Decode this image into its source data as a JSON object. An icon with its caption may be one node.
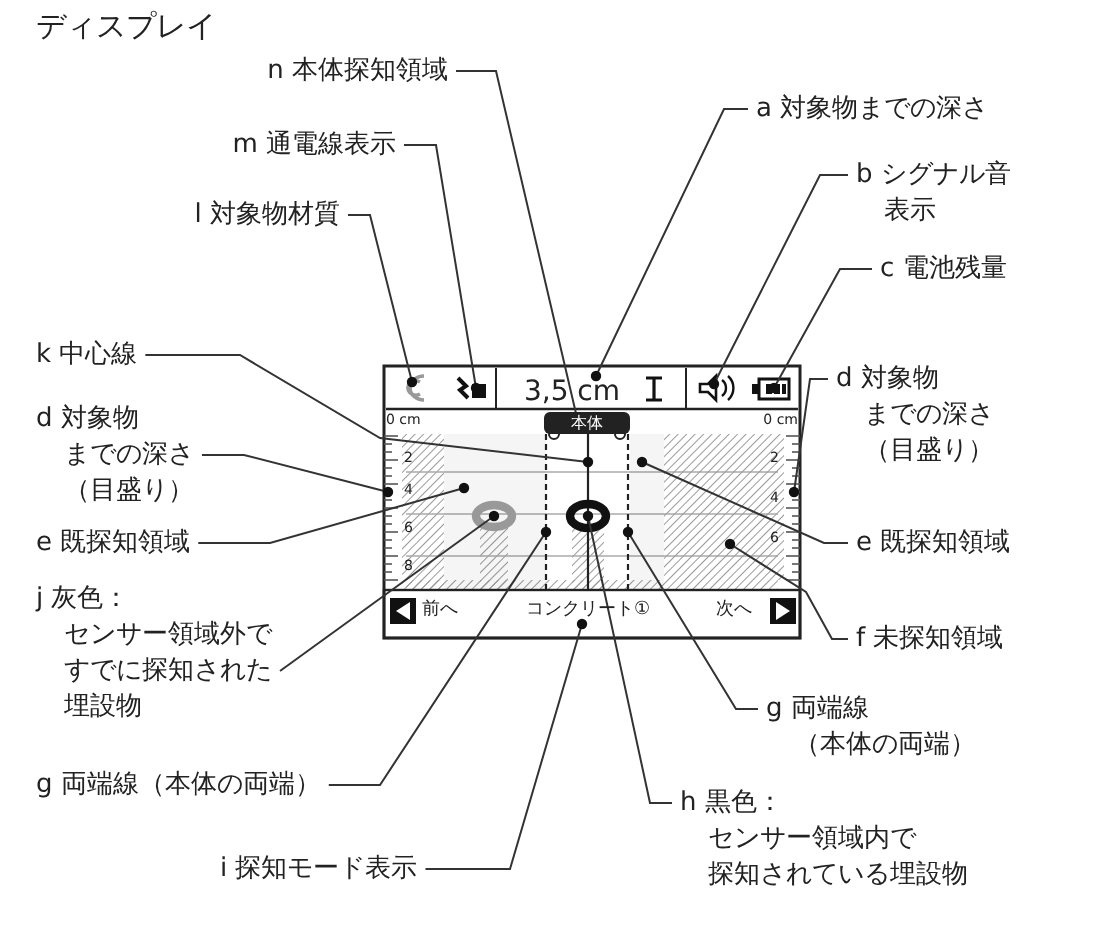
{
  "diagram": {
    "title": "ディスプレイ",
    "nodes": [
      {
        "text": [
          "n 本体探知領域"
        ]
      },
      {
        "text": [
          "a 対象物までの深さ"
        ]
      },
      {
        "text": [
          "m 通電線表示"
        ]
      },
      {
        "text": [
          "b シグナル音表示"
        ]
      },
      {
        "text": [
          "l 対象物材質"
        ]
      },
      {
        "text": [
          "c 電池残量"
        ]
      },
      {
        "text": [
          "k 中心線"
        ]
      },
      {
        "text": [
          "d 対象物までの深さ（目盛り）"
        ]
      },
      {
        "text": [
          "d 対象物までの深さ（目盛り）"
        ]
      },
      {
        "text": [
          "e 既探知領域"
        ]
      },
      {
        "text": [
          "e 既探知領域"
        ]
      },
      {
        "text": [
          "j 灰色：センサー領域外ですでに探知された埋設物"
        ]
      },
      {
        "text": [
          "f 未探知領域"
        ]
      },
      {
        "text": [
          "g 両端線（本体の両端）"
        ]
      },
      {
        "text": [
          "g 両端線（本体の両端）"
        ]
      },
      {
        "text": [
          "h 黒色：センサー領域内で探知されている埋設物"
        ]
      },
      {
        "text": [
          "i 探知モード表示"
        ]
      },
      {
        "text": [],
        "shape": "box"
      },
      {
        "text": [],
        "shape": "picture",
        "in": 17
      },
      {
        "text": [],
        "shape": "picture",
        "in": 17
      },
      {
        "text": [
          "3,5 cm"
        ],
        "in": 17
      },
      {
        "text": [],
        "shape": "picture",
        "in": 17
      },
      {
        "text": [],
        "shape": "picture",
        "in": 17
      },
      {
        "text": [
          "本体"
        ],
        "in": 17
      },
      {
        "text": [],
        "shape": "scale",
        "beside": [
          "2",
          "4",
          "6",
          "8"
        ],
        "in": 17
      },
      {
        "text": [],
        "shape": "line",
        "in": 17
      },
      {
        "text": [],
        "shape": "scale",
        "beside": [
          "2",
          "4",
          "6"
        ],
        "in": 17
      },
      {
        "text": [
          "コンクリート①"
        ],
        "in": 17
      },
      {
        "text": [],
        "shape": "box",
        "in": 17
      },
      {
        "text": [],
        "shape": "ellipse",
        "in": 28
      },
      {
        "text": [],
        "shape": "line",
        "in": 17
      },
      {
        "text": [],
        "shape": "ellipse",
        "in": 17
      },
      {
        "text": [],
        "shape": "line",
        "in": 17
      },
      {
        "text": [],
        "shape": "box",
        "in": 17
      },
      {
        "text": [],
        "shape": "box",
        "in": 17
      },
      {
        "text": [],
        "shape": "picture",
        "in": 17
      },
      {
        "text": [],
        "shape": "picture",
        "in": 17
      }
    ],
    "edges": [
      {
        "from": 0,
        "to": 23,
        "arrow": "other"
      },
      {
        "from": 1,
        "to": 20,
        "arrow": "other"
      },
      {
        "from": 2,
        "to": 19,
        "arrow": "other"
      },
      {
        "from": 3,
        "to": 21,
        "arrow": "other"
      },
      {
        "from": 4,
        "to": 18,
        "arrow": "other"
      },
      {
        "from": 5,
        "to": 22,
        "arrow": "other"
      },
      {
        "from": 6,
        "to": 30,
        "arrow": "other"
      },
      {
        "from": 7,
        "to": 24,
        "arrow": "other"
      },
      {
        "from": 8,
        "to": 26,
        "arrow": "other"
      },
      {
        "from": 9,
        "to": 28,
        "arrow": "other"
      },
      {
        "from": 10,
        "to": 33,
        "arrow": "other"
      },
      {
        "from": 11,
        "to": 29,
        "arrow": "other"
      },
      {
        "from": 12,
        "to": 34,
        "arrow": "other"
      },
      {
        "from": 13,
        "to": 32,
        "arrow": "other"
      },
      {
        "from": 14,
        "to": 25,
        "arrow": "other"
      },
      {
        "from": 15,
        "to": 31,
        "arrow": "other"
      },
      {
        "from": 16,
        "to": 27,
        "arrow": "other"
      }
    ],
    "labels": [
      "0 cm",
      "0 cm",
      "前へ",
      "次へ"
    ]
  }
}
